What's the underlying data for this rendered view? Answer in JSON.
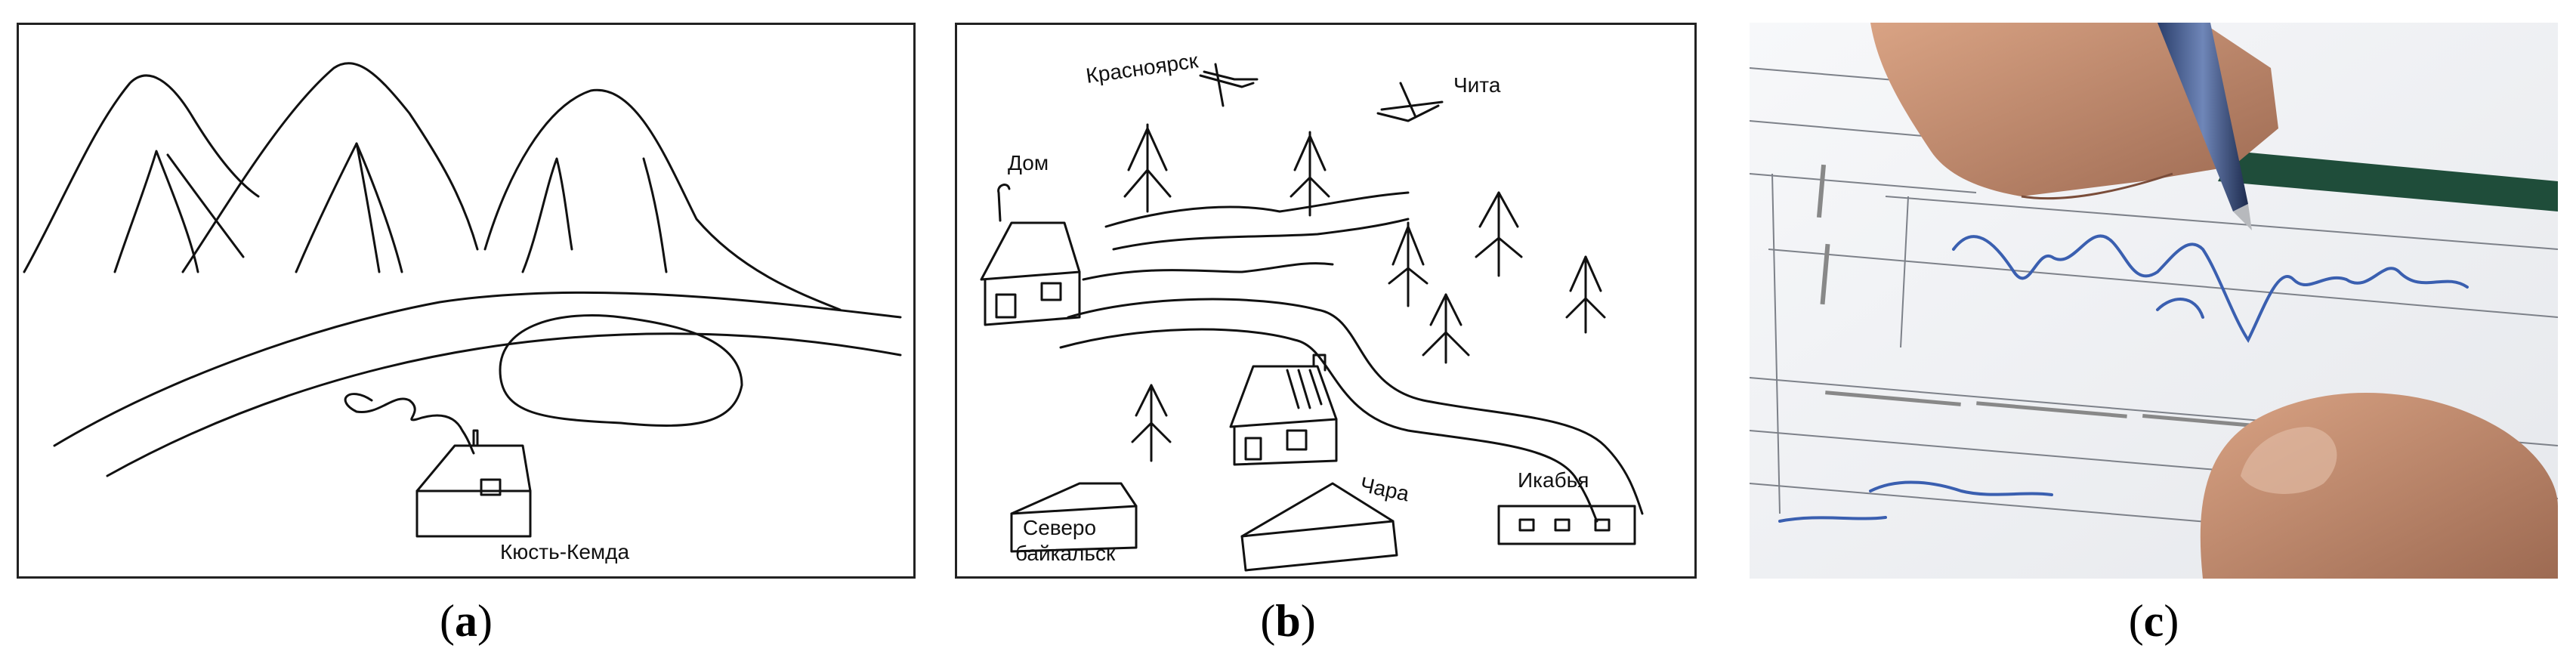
{
  "panels": [
    {
      "id": "a",
      "caption": "a",
      "labels": {
        "village": "Кюсть-Кемда"
      }
    },
    {
      "id": "b",
      "caption": "b",
      "labels": {
        "krasnoyarsk": "Красноярск",
        "chita": "Чита",
        "home": "Дом",
        "chara": "Чара",
        "ikabya": "Икабья",
        "severo": "Северо",
        "baikalsk": "байкальск"
      }
    },
    {
      "id": "c",
      "caption": "c"
    }
  ],
  "colors": {
    "sketch_stroke": "#111111",
    "ink_blue": "#3a5fb0",
    "paper": "#f4f5f7",
    "skin": "#c98f6f"
  }
}
